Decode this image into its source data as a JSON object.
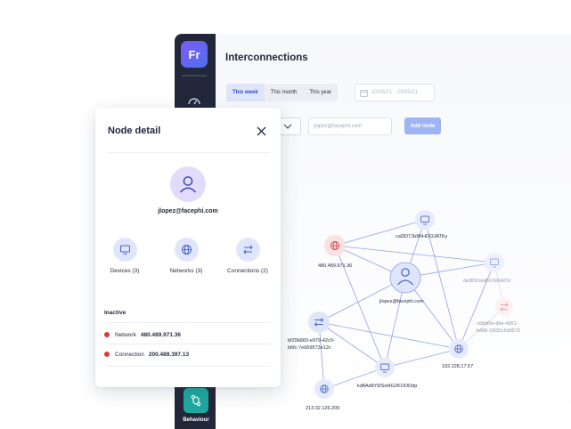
{
  "app": {
    "logo_text": "Fr",
    "title": "Interconnections",
    "behaviour_label": "Behaviour"
  },
  "filters": {
    "periods": [
      "This week",
      "This month",
      "This year"
    ],
    "active_period": "This week",
    "date_range": "20/05/21 - 23/05/21",
    "search_value": "jlopez@facephi.com",
    "add_node_label": "Add node"
  },
  "node_detail": {
    "title": "Node detail",
    "user_email": "jlopez@facephi.com",
    "stats": [
      {
        "label": "Devices (3)",
        "icon": "monitor-icon"
      },
      {
        "label": "Networks (3)",
        "icon": "globe-icon"
      },
      {
        "label": "Connections (2)",
        "icon": "arrows-icon"
      }
    ],
    "inactive_title": "Inactive",
    "inactive": [
      {
        "type": "Network",
        "value": "480.489.971.36"
      },
      {
        "type": "Connection",
        "value": "200.489.397.13"
      }
    ]
  },
  "graph": {
    "nodes": [
      {
        "id": "user",
        "label": "jlopez@facephi.com",
        "icon": "user-icon"
      },
      {
        "id": "net1",
        "label": "480.489.971.36",
        "icon": "globe-icon"
      },
      {
        "id": "dev1",
        "label": "cal3D7Jlz8hHOOJATKy",
        "icon": "monitor-icon"
      },
      {
        "id": "dev2",
        "label": "ds3lDOoldFF2kKAl7d",
        "icon": "monitor-icon"
      },
      {
        "id": "conn1",
        "label": "c6bbf0e-d0e-4951-b488-1f932c6d9573",
        "icon": "arrows-icon"
      },
      {
        "id": "conn2",
        "label": "bf29b883-e979-42c0-b6fc-7eb59573e12c",
        "icon": "arrows-icon"
      },
      {
        "id": "net2",
        "label": "192.228.17.57",
        "icon": "globe-icon"
      },
      {
        "id": "dev3",
        "label": "kd8Ad8Yl0Sst4G2KOODdp",
        "icon": "monitor-icon"
      },
      {
        "id": "net3",
        "label": "213.32.126.209",
        "icon": "globe-icon"
      }
    ]
  },
  "colors": {
    "sidebar": "#22283a",
    "accent": "#4f6ff2",
    "node_fill": "#dfe6fb",
    "inactive_red": "#d93a3a",
    "behaviour_teal": "#1fa9a0"
  }
}
